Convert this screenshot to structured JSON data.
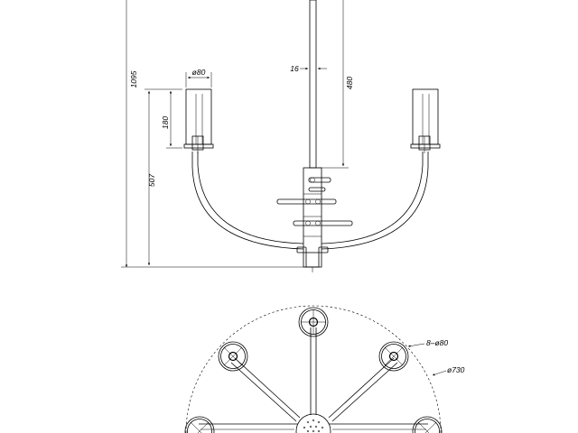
{
  "dimensions": {
    "total_height": "1095",
    "shade_diameter": "ø80",
    "shade_height": "180",
    "arm_height": "507",
    "rod_diameter": "16",
    "rod_length": "480",
    "shade_count_diameter": "8–ø80",
    "span_diameter": "ø730"
  }
}
